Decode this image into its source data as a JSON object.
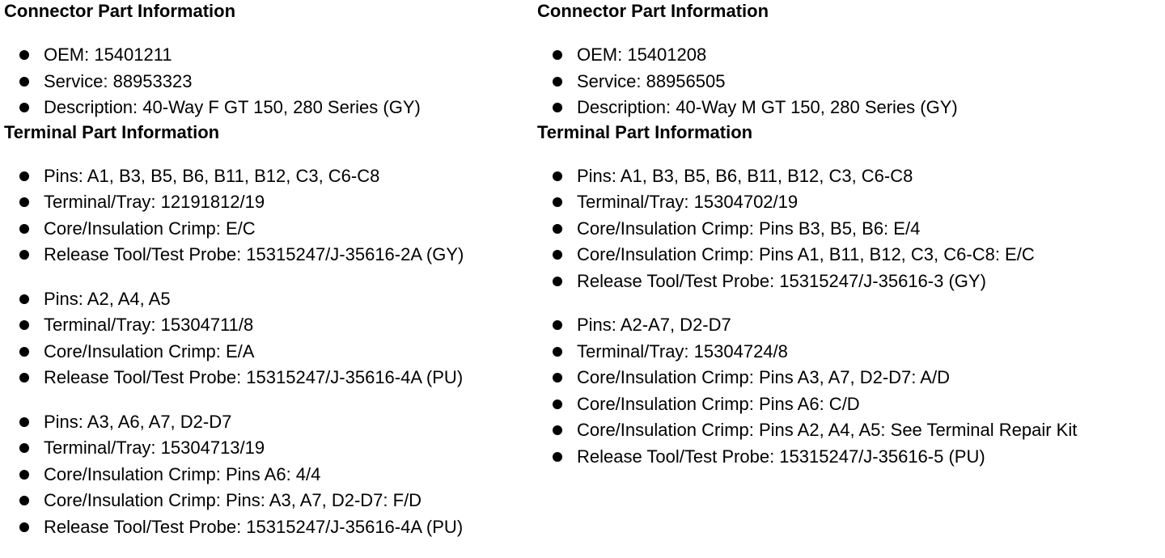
{
  "left": {
    "connector": {
      "heading": "Connector Part Information",
      "items": [
        "OEM: 15401211",
        "Service: 88953323",
        "Description: 40-Way F GT 150, 280 Series (GY)"
      ]
    },
    "terminal": {
      "heading": "Terminal Part Information",
      "groups": [
        {
          "items": [
            "Pins: A1, B3, B5, B6, B11, B12, C3, C6-C8",
            "Terminal/Tray: 12191812/19",
            "Core/Insulation Crimp: E/C",
            "Release Tool/Test Probe: 15315247/J-35616-2A (GY)"
          ]
        },
        {
          "items": [
            "Pins: A2, A4, A5",
            "Terminal/Tray: 15304711/8",
            "Core/Insulation Crimp: E/A",
            "Release Tool/Test Probe: 15315247/J-35616-4A (PU)"
          ]
        },
        {
          "items": [
            "Pins: A3, A6, A7, D2-D7",
            "Terminal/Tray: 15304713/19",
            "Core/Insulation Crimp: Pins A6: 4/4",
            "Core/Insulation Crimp: Pins: A3, A7, D2-D7: F/D",
            "Release Tool/Test Probe: 15315247/J-35616-4A (PU)"
          ]
        }
      ]
    }
  },
  "right": {
    "connector": {
      "heading": "Connector Part Information",
      "items": [
        "OEM: 15401208",
        "Service: 88956505",
        "Description: 40-Way M GT 150, 280 Series (GY)"
      ]
    },
    "terminal": {
      "heading": "Terminal Part Information",
      "groups": [
        {
          "items": [
            "Pins: A1, B3, B5, B6, B11, B12, C3, C6-C8",
            "Terminal/Tray: 15304702/19",
            "Core/Insulation Crimp: Pins B3, B5, B6: E/4",
            "Core/Insulation Crimp: Pins A1, B11, B12, C3, C6-C8: E/C",
            "Release Tool/Test Probe: 15315247/J-35616-3 (GY)"
          ]
        },
        {
          "items": [
            "Pins: A2-A7, D2-D7",
            "Terminal/Tray: 15304724/8",
            "Core/Insulation Crimp: Pins A3, A7, D2-D7: A/D",
            "Core/Insulation Crimp: Pins A6: C/D",
            "Core/Insulation Crimp: Pins A2, A4, A5: See Terminal Repair Kit",
            "Release Tool/Test Probe: 15315247/J-35616-5 (PU)"
          ]
        }
      ]
    }
  }
}
